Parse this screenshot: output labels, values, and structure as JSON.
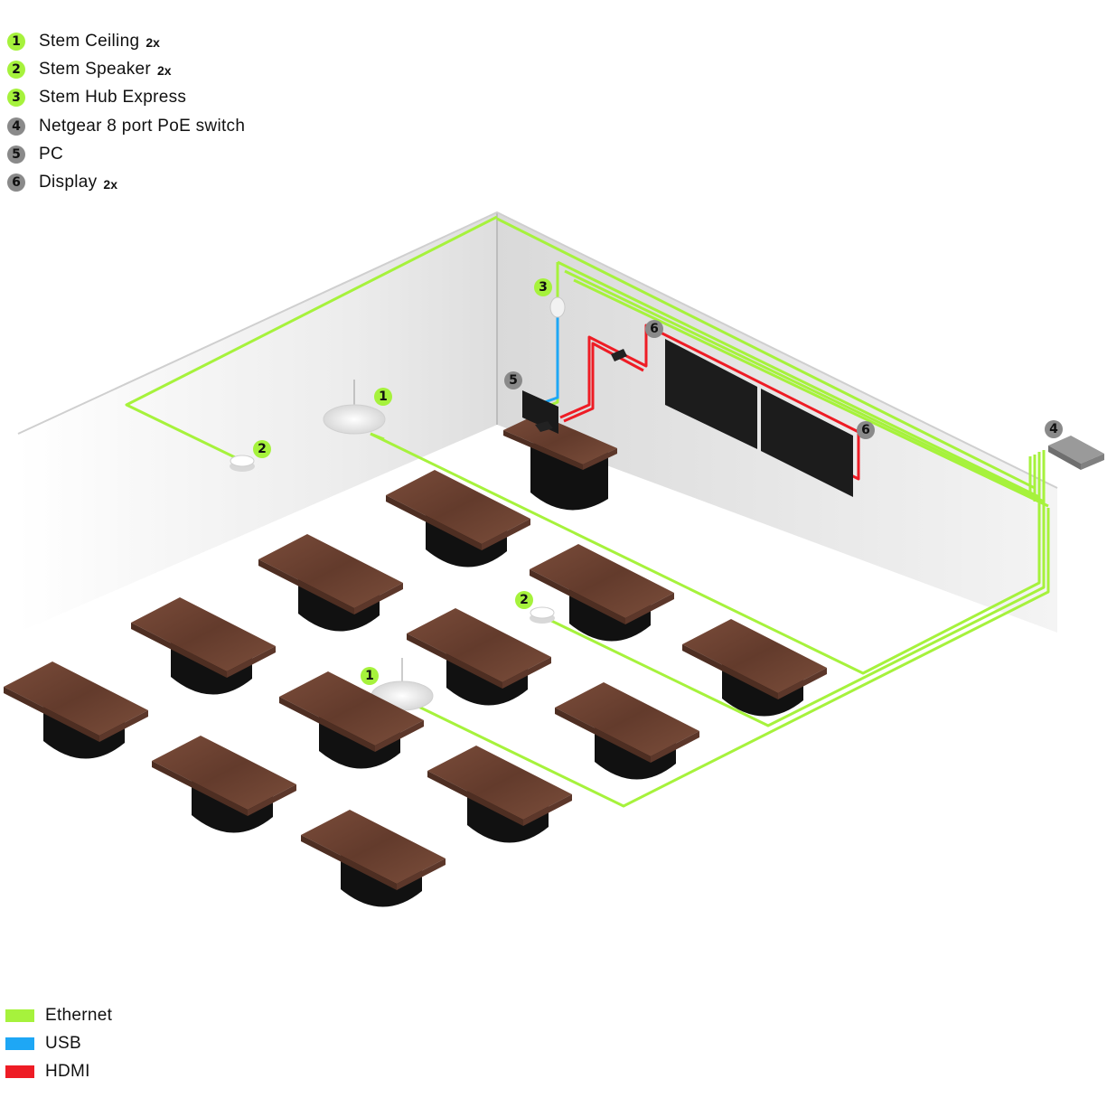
{
  "legend": {
    "items": [
      {
        "num": "1",
        "label": "Stem Ceiling",
        "qty": "2x",
        "color": "#a6f23c"
      },
      {
        "num": "2",
        "label": "Stem Speaker",
        "qty": "2x",
        "color": "#a6f23c"
      },
      {
        "num": "3",
        "label": "Stem Hub Express",
        "qty": "",
        "color": "#a6f23c"
      },
      {
        "num": "4",
        "label": "Netgear 8 port PoE switch",
        "qty": "",
        "color": "#8a8a8a"
      },
      {
        "num": "5",
        "label": "PC",
        "qty": "",
        "color": "#8a8a8a"
      },
      {
        "num": "6",
        "label": "Display",
        "qty": "2x",
        "color": "#8a8a8a"
      }
    ]
  },
  "cable_legend": {
    "items": [
      {
        "label": "Ethernet",
        "color": "#a6f23c"
      },
      {
        "label": "USB",
        "color": "#1ea7f5"
      },
      {
        "label": "HDMI",
        "color": "#ee1c25"
      }
    ]
  },
  "callouts": {
    "ceiling_a": "1",
    "ceiling_b": "1",
    "speaker_a": "2",
    "speaker_b": "2",
    "hub": "3",
    "switch": "4",
    "pc": "5",
    "display_a": "6",
    "display_b": "6"
  },
  "colors": {
    "ethernet": "#a6f23c",
    "usb": "#1ea7f5",
    "hdmi": "#ee1c25",
    "table_top": "#6e4434",
    "table_base": "#111111",
    "display": "#1c1c1c"
  }
}
